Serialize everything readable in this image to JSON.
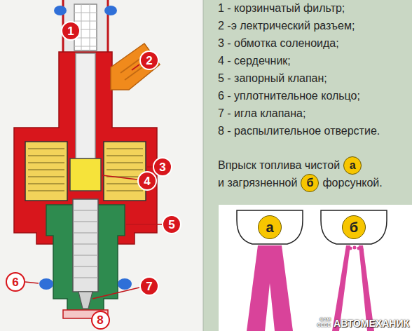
{
  "diagram": {
    "nodes": [
      {
        "text": [
          "1"
        ]
      },
      {
        "text": [
          "2"
        ]
      },
      {
        "text": [
          "3"
        ]
      },
      {
        "text": [
          "4"
        ]
      },
      {
        "text": [
          "5"
        ]
      },
      {
        "text": [
          "6"
        ]
      },
      {
        "text": [
          "7"
        ]
      },
      {
        "text": [
          "8"
        ]
      },
      {
        "text": [
          "а"
        ]
      },
      {
        "text": [
          "б"
        ]
      },
      {
        "text": [
          "а"
        ]
      },
      {
        "text": [
          "б"
        ]
      }
    ],
    "labels": [
      "1 - корзинчатый фильтр;",
      "2 -э лектрический разъем;",
      "3 - обмотка соленоида;",
      "4 - сердечник;",
      "5 - запорный клапан;",
      "6 - уплотнительное кольцо;",
      "7 - игла клапана;",
      "8 - распылительное отверстие.",
      "Впрыск топлива чистой",
      "и загрязненной",
      "форсункой.",
      "САМ",
      "СЕБЕ",
      "АВТОМЕХАНИК"
    ]
  }
}
